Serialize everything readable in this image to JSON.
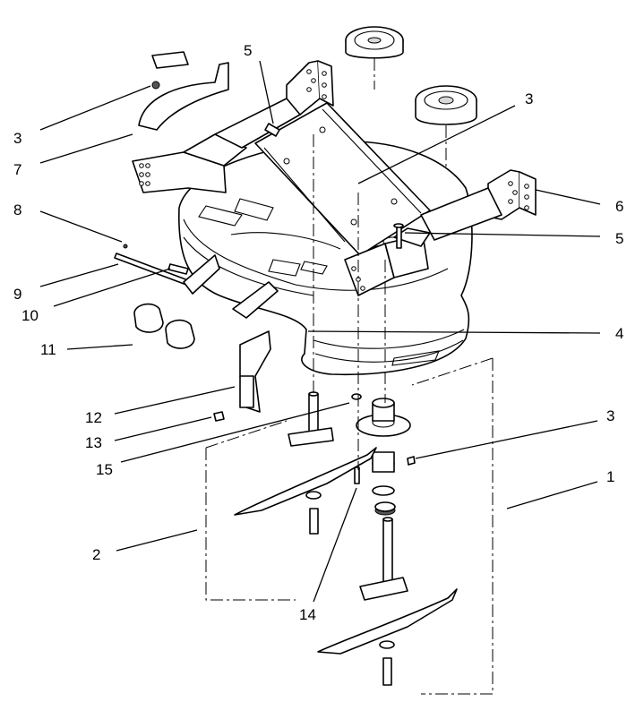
{
  "callouts": [
    {
      "id": "c3a",
      "label": "3"
    },
    {
      "id": "c7",
      "label": "7"
    },
    {
      "id": "c5a",
      "label": "5"
    },
    {
      "id": "c3b",
      "label": "3"
    },
    {
      "id": "c6",
      "label": "6"
    },
    {
      "id": "c5b",
      "label": "5"
    },
    {
      "id": "c8",
      "label": "8"
    },
    {
      "id": "c9",
      "label": "9"
    },
    {
      "id": "c10",
      "label": "10"
    },
    {
      "id": "c11",
      "label": "11"
    },
    {
      "id": "c4",
      "label": "4"
    },
    {
      "id": "c12",
      "label": "12"
    },
    {
      "id": "c13",
      "label": "13"
    },
    {
      "id": "c15",
      "label": "15"
    },
    {
      "id": "c3c",
      "label": "3"
    },
    {
      "id": "c1",
      "label": "1"
    },
    {
      "id": "c2",
      "label": "2"
    },
    {
      "id": "c14",
      "label": "14"
    }
  ]
}
